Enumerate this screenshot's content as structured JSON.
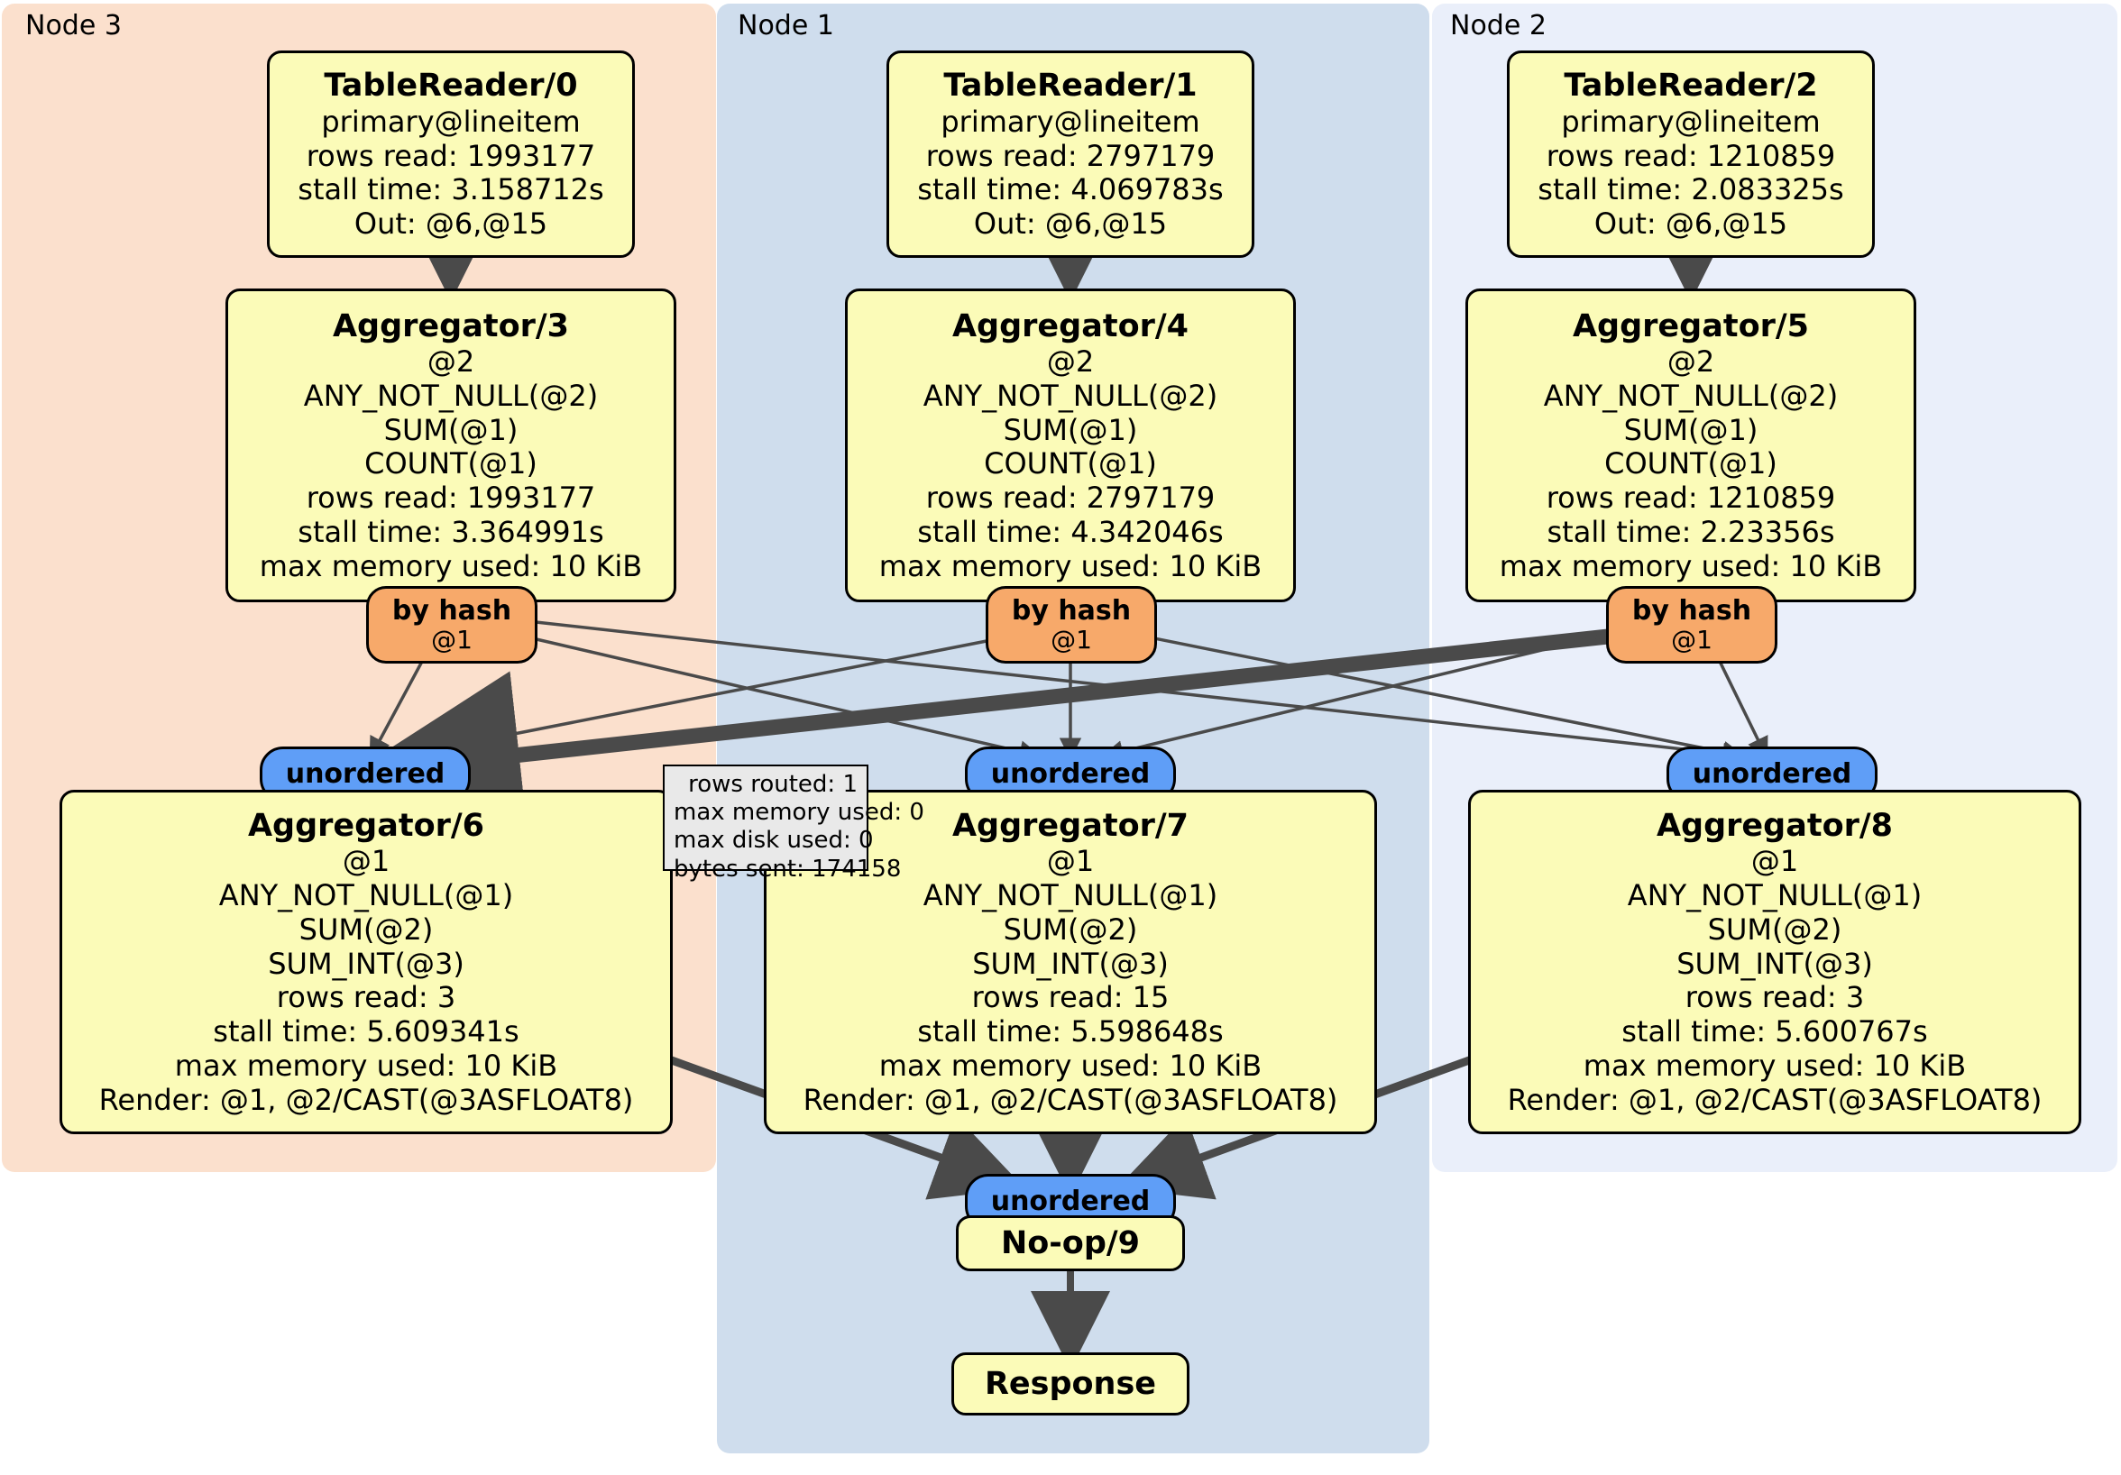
{
  "clusters": [
    {
      "label": "Node 3",
      "color": "#fbe0cd"
    },
    {
      "label": "Node 1",
      "color": "#cfdded"
    },
    {
      "label": "Node 2",
      "color": "#eaeffa"
    }
  ],
  "colors": {
    "node_fill": "#fbfbb8",
    "node_stroke": "#000000",
    "hash_fill": "#f7a96a",
    "unordered_fill": "#5f9ef7",
    "stats_fill": "#e9e9e9",
    "edge": "#4a4a4a",
    "node3_bg": "#fbe0cd",
    "node1_bg": "#cfdded",
    "node2_bg": "#eaeffa"
  },
  "table_readers": [
    {
      "title": "TableReader/0",
      "lines": [
        "primary@lineitem",
        "rows read: 1993177",
        "stall time: 3.158712s",
        "Out: @6,@15"
      ]
    },
    {
      "title": "TableReader/1",
      "lines": [
        "primary@lineitem",
        "rows read: 2797179",
        "stall time: 4.069783s",
        "Out: @6,@15"
      ]
    },
    {
      "title": "TableReader/2",
      "lines": [
        "primary@lineitem",
        "rows read: 1210859",
        "stall time: 2.083325s",
        "Out: @6,@15"
      ]
    }
  ],
  "aggregators_upper": [
    {
      "title": "Aggregator/3",
      "lines": [
        "@2",
        "ANY_NOT_NULL(@2)",
        "SUM(@1)",
        "COUNT(@1)",
        "rows read: 1993177",
        "stall time: 3.364991s",
        "max memory used: 10 KiB"
      ]
    },
    {
      "title": "Aggregator/4",
      "lines": [
        "@2",
        "ANY_NOT_NULL(@2)",
        "SUM(@1)",
        "COUNT(@1)",
        "rows read: 2797179",
        "stall time: 4.342046s",
        "max memory used: 10 KiB"
      ]
    },
    {
      "title": "Aggregator/5",
      "lines": [
        "@2",
        "ANY_NOT_NULL(@2)",
        "SUM(@1)",
        "COUNT(@1)",
        "rows read: 1210859",
        "stall time: 2.23356s",
        "max memory used: 10 KiB"
      ]
    }
  ],
  "aggregators_lower": [
    {
      "title": "Aggregator/6",
      "lines": [
        "@1",
        "ANY_NOT_NULL(@1)",
        "SUM(@2)",
        "SUM_INT(@3)",
        "rows read: 3",
        "stall time: 5.609341s",
        "max memory used: 10 KiB",
        "Render: @1, @2/CAST(@3ASFLOAT8)"
      ]
    },
    {
      "title": "Aggregator/7",
      "lines": [
        "@1",
        "ANY_NOT_NULL(@1)",
        "SUM(@2)",
        "SUM_INT(@3)",
        "rows read: 15",
        "stall time: 5.598648s",
        "max memory used: 10 KiB",
        "Render: @1, @2/CAST(@3ASFLOAT8)"
      ]
    },
    {
      "title": "Aggregator/8",
      "lines": [
        "@1",
        "ANY_NOT_NULL(@1)",
        "SUM(@2)",
        "SUM_INT(@3)",
        "rows read: 3",
        "stall time: 5.600767s",
        "max memory used: 10 KiB",
        "Render: @1, @2/CAST(@3ASFLOAT8)"
      ]
    }
  ],
  "routers": [
    {
      "label": "by hash",
      "sub": "@1"
    },
    {
      "label": "by hash",
      "sub": "@1"
    },
    {
      "label": "by hash",
      "sub": "@1"
    }
  ],
  "unordered_mid": [
    {
      "label": "unordered"
    },
    {
      "label": "unordered"
    },
    {
      "label": "unordered"
    }
  ],
  "unordered_final": {
    "label": "unordered"
  },
  "stats_box": {
    "lines": [
      "rows routed: 1",
      "max memory used: 0",
      "max disk used: 0",
      "bytes sent: 174158"
    ]
  },
  "noop": {
    "title": "No-op/9"
  },
  "response": {
    "title": "Response"
  }
}
